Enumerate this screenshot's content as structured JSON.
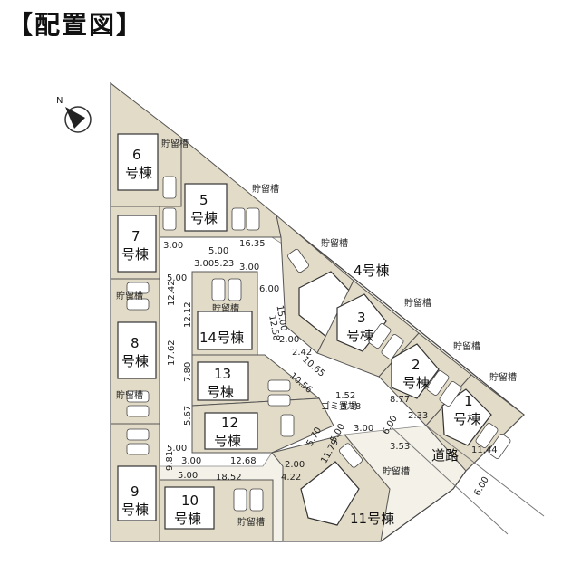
{
  "title": "【配置図】",
  "compass": {
    "label": "N"
  },
  "houses": [
    {
      "id": "h1",
      "num": "1",
      "suffix": "号棟"
    },
    {
      "id": "h2",
      "num": "2",
      "suffix": "号棟"
    },
    {
      "id": "h3",
      "num": "3",
      "suffix": "号棟"
    },
    {
      "id": "h4",
      "label": "4号棟"
    },
    {
      "id": "h5",
      "num": "5",
      "suffix": "号棟"
    },
    {
      "id": "h6",
      "num": "6",
      "suffix": "号棟"
    },
    {
      "id": "h7",
      "num": "7",
      "suffix": "号棟"
    },
    {
      "id": "h8",
      "num": "8",
      "suffix": "号棟"
    },
    {
      "id": "h9",
      "num": "9",
      "suffix": "号棟"
    },
    {
      "id": "h10",
      "num": "10",
      "suffix": "号棟"
    },
    {
      "id": "h11",
      "label": "11号棟"
    },
    {
      "id": "h12",
      "num": "12",
      "suffix": "号棟"
    },
    {
      "id": "h13",
      "num": "13",
      "suffix": "号棟"
    },
    {
      "id": "h14",
      "label": "14号棟"
    }
  ],
  "tank_label": "貯留槽",
  "garbage_label": "ゴミ置場",
  "road_label": "道路",
  "dimensions": [
    "16.35",
    "3.00",
    "5.00",
    "3.00",
    "5.23",
    "3.00",
    "5.00",
    "12.42",
    "6.00",
    "15.00",
    "12.12",
    "12.58",
    "2.00",
    "2.42",
    "17.62",
    "7.80",
    "10.56",
    "10.65",
    "8.77",
    "2.33",
    "11.44",
    "1.52",
    "3.38",
    "5.67",
    "5.70",
    "5.00",
    "3.00",
    "6.00",
    "3.53",
    "5.00",
    "3.00",
    "12.68",
    "2.00",
    "11.79",
    "9.81",
    "5.00",
    "18.52",
    "4.22",
    "6.00"
  ]
}
